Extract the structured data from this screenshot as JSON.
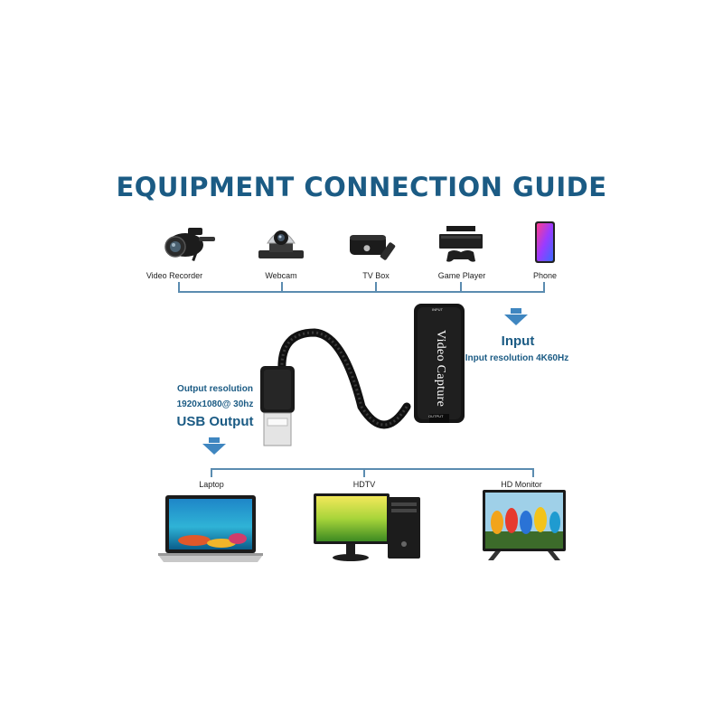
{
  "title": "EQUIPMENT CONNECTION GUIDE",
  "inputs": [
    {
      "label": "Video Recorder",
      "icon": "video-recorder-icon"
    },
    {
      "label": "Webcam",
      "icon": "webcam-icon"
    },
    {
      "label": "TV Box",
      "icon": "tv-box-icon"
    },
    {
      "label": "Game Player",
      "icon": "game-console-icon"
    },
    {
      "label": "Phone",
      "icon": "phone-icon"
    }
  ],
  "input_panel": {
    "heading": "Input",
    "resolution": "Input resolution 4K60Hz"
  },
  "output_panel": {
    "resolution_label": "Output resolution",
    "resolution_value": "1920x1080@ 30hz",
    "heading": "USB Output"
  },
  "device": {
    "name": "Video Capture",
    "port_in": "INPUT",
    "port_out": "OUTPUT"
  },
  "outputs": [
    {
      "label": "Laptop",
      "icon": "laptop-icon"
    },
    {
      "label": "HDTV",
      "icon": "desktop-computer-icon"
    },
    {
      "label": "HD Monitor",
      "icon": "tv-monitor-icon"
    }
  ],
  "colors": {
    "title": "#1b5b84",
    "connector_line": "#5b8cb0",
    "arrow": "#3f86c0"
  }
}
